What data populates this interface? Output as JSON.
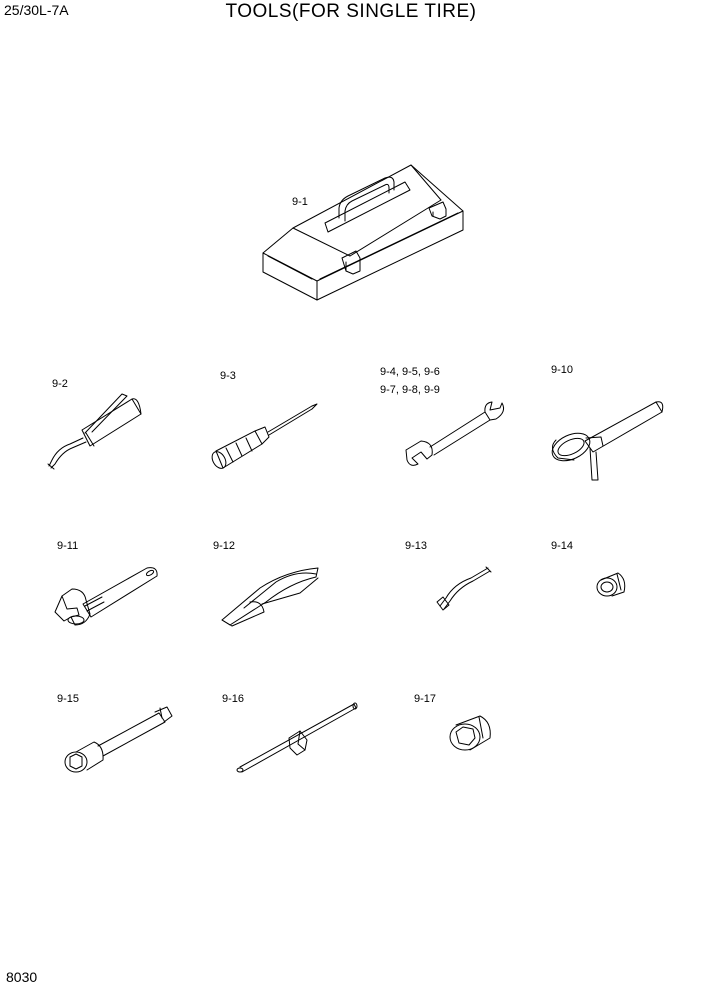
{
  "header": {
    "model": "25/30L-7A",
    "title": "TOOLS(FOR SINGLE TIRE)"
  },
  "footer": {
    "page_number": "8030"
  },
  "parts": [
    {
      "id": "toolbox",
      "label": "9-1",
      "icon": "toolbox-icon"
    },
    {
      "id": "grease-gun",
      "label": "9-2",
      "icon": "grease-gun-icon"
    },
    {
      "id": "screwdriver",
      "label": "9-3",
      "icon": "screwdriver-icon"
    },
    {
      "id": "spanner-a",
      "label": "9-4, 9-5, 9-6",
      "icon": "spanner-icon"
    },
    {
      "id": "spanner-b",
      "label": "9-7, 9-8, 9-9",
      "icon": "spanner-icon"
    },
    {
      "id": "filter-wrench",
      "label": "9-10",
      "icon": "filter-wrench-icon"
    },
    {
      "id": "adjustable-wrench",
      "label": "9-11",
      "icon": "adjustable-wrench-icon"
    },
    {
      "id": "pliers",
      "label": "9-12",
      "icon": "pliers-icon"
    },
    {
      "id": "nozzle",
      "label": "9-13",
      "icon": "nozzle-icon"
    },
    {
      "id": "socket-small",
      "label": "9-14",
      "icon": "socket-icon"
    },
    {
      "id": "extension-bar",
      "label": "9-15",
      "icon": "extension-bar-icon"
    },
    {
      "id": "t-handle",
      "label": "9-16",
      "icon": "t-handle-icon"
    },
    {
      "id": "socket-large",
      "label": "9-17",
      "icon": "socket-icon"
    }
  ]
}
